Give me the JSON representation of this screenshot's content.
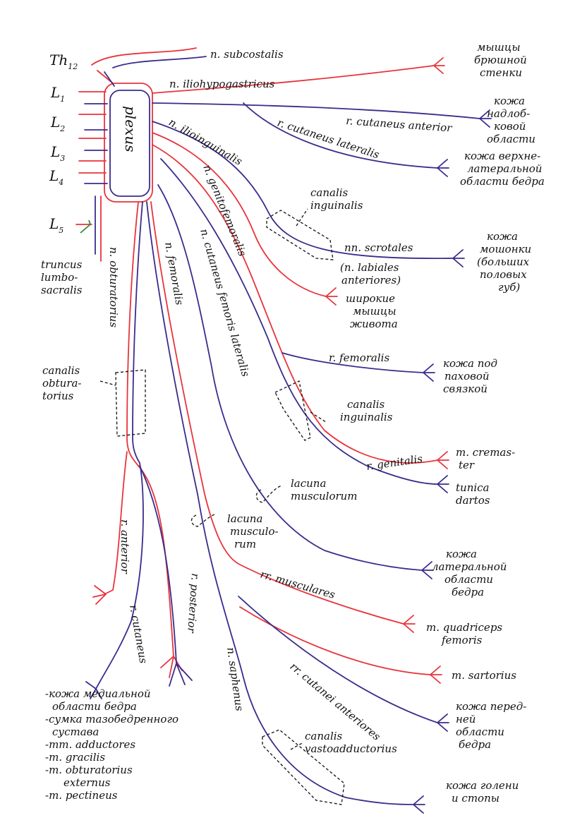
{
  "segments": {
    "th12": "Th",
    "th12_sub": "12",
    "l1": "L",
    "l1_sub": "1",
    "l2": "L",
    "l2_sub": "2",
    "l3": "L",
    "l3_sub": "3",
    "l4": "L",
    "l4_sub": "4",
    "l5": "L",
    "l5_sub": "5"
  },
  "plexus": "plexus",
  "truncus": [
    "truncus",
    "lumbo-",
    "sacralis"
  ],
  "nerves": {
    "subcostalis": "n. subcostalis",
    "iliohypogastricus": "n. iliohypogastricus",
    "cutaneus_anterior": "r. cutaneus anterior",
    "cutaneus_lateralis": "r. cutaneus lateralis",
    "ilioinguinalis": "n. ilioinguinalis",
    "genitofemoralis": "n. genitofemoralis",
    "cutaneus_femoris_lateralis": "n. cutaneus femoris lateralis",
    "femoralis": "n. femoralis",
    "obturatorius": "n. obturatorius",
    "scrotales": "nn. scrotales",
    "labiales": [
      "(n. labiales",
      "anteriores)"
    ],
    "r_femoralis": "r. femoralis",
    "r_genitalis": "r. genitalis",
    "rr_musculares": "rr. musculares",
    "rr_cutanei_anteriores": "rr. cutanei anteriores",
    "saphenus": "n. saphenus",
    "r_anterior": "r. anterior",
    "r_cutaneus": "r. cutaneus",
    "r_posterior": "r. posterior"
  },
  "canals": {
    "inguinalis_upper": [
      "canalis",
      "inguinalis"
    ],
    "inguinalis_lower": [
      "canalis",
      "inguinalis"
    ],
    "obturatorius": [
      "canalis",
      "obtura-",
      "torius"
    ],
    "lacuna_musculorum_1": [
      "lacuna",
      "musculorum"
    ],
    "lacuna_musculorum_2": [
      "lacuna",
      "musculo-",
      "rum"
    ],
    "vastoadductorius": [
      "canalis",
      "vastoadductorius"
    ]
  },
  "targets": {
    "abdominal_wall_muscles": [
      "мышцы",
      "брюшной",
      "стенки"
    ],
    "suprapubic_skin": [
      "кожа",
      "надлоб-",
      "ковой",
      "области"
    ],
    "upper_lateral_thigh_skin": [
      "кожа верхне-",
      "латеральной",
      "области бедра"
    ],
    "scrotum_skin": [
      "кожа",
      "мошонки",
      "(больших",
      "половых",
      "губ)"
    ],
    "broad_abdominal_muscles": [
      "широкие",
      "мышцы",
      "живота"
    ],
    "below_inguinal_ligament_skin": [
      "кожа под",
      "паховой",
      "связкой"
    ],
    "cremaster": [
      "m. cremas-",
      "ter"
    ],
    "tunica_dartos": [
      "tunica",
      "dartos"
    ],
    "lateral_thigh_skin": [
      "кожа",
      "латеральной",
      "области",
      "бедра"
    ],
    "quadriceps": [
      "m. quadriceps",
      "femoris"
    ],
    "sartorius": "m. sartorius",
    "anterior_thigh_skin": [
      "кожа перед-",
      "ней",
      "области",
      "бедра"
    ],
    "leg_foot_skin": [
      "кожа голени",
      "и стопы"
    ]
  },
  "obturator_targets": [
    "-кожа медиальной",
    "области бедра",
    "-сумка тазобедренного",
    "сустава",
    "-mm. adductores",
    "-m. gracilis",
    "-m. obturatorius",
    "externus",
    "-m. pectineus"
  ],
  "colors": {
    "motor_red": "#e8343c",
    "sensory_blue": "#3a2c8c",
    "connector_green": "#2c8a3c"
  }
}
